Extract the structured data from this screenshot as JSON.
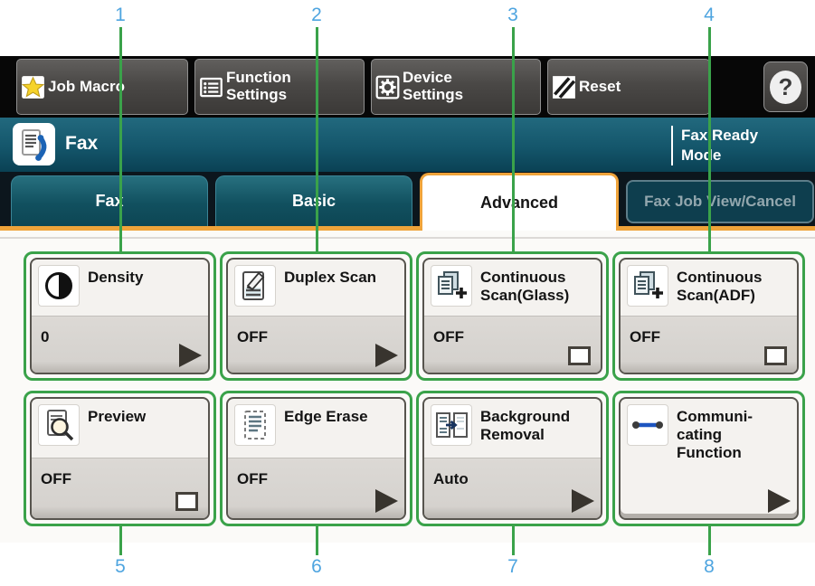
{
  "callouts": {
    "top": [
      {
        "n": "1"
      },
      {
        "n": "2"
      },
      {
        "n": "3"
      },
      {
        "n": "4"
      }
    ],
    "bottom": [
      {
        "n": "5"
      },
      {
        "n": "6"
      },
      {
        "n": "7"
      },
      {
        "n": "8"
      }
    ]
  },
  "top_bar": {
    "buttons": [
      {
        "label": "Job Macro",
        "icon": "star"
      },
      {
        "label": "Function\nSettings",
        "icon": "function"
      },
      {
        "label": "Device\nSettings",
        "icon": "device"
      },
      {
        "label": "Reset",
        "icon": "reset"
      }
    ],
    "help_label": "?"
  },
  "title_bar": {
    "title": "Fax",
    "status": "Fax Ready\nMode"
  },
  "tab_bar": {
    "tabs": [
      {
        "label": "Fax",
        "state": "inactive"
      },
      {
        "label": "Basic",
        "state": "inactive"
      },
      {
        "label": "Advanced",
        "state": "active"
      },
      {
        "label": "Fax Job View/Cancel",
        "state": "disabled"
      }
    ]
  },
  "panel": {
    "buttons": [
      {
        "label": "Density",
        "value": "0",
        "layout": "split",
        "indicator": "arrow",
        "icon": "density"
      },
      {
        "label": "Duplex Scan",
        "value": "OFF",
        "layout": "split",
        "indicator": "arrow",
        "icon": "duplex"
      },
      {
        "label": "Continuous\nScan(Glass)",
        "value": "OFF",
        "layout": "split",
        "indicator": "checkbox",
        "icon": "continuous"
      },
      {
        "label": "Continuous\nScan(ADF)",
        "value": "OFF",
        "layout": "split",
        "indicator": "checkbox",
        "icon": "continuous"
      },
      {
        "label": "Preview",
        "value": "OFF",
        "layout": "split",
        "indicator": "checkbox",
        "icon": "preview"
      },
      {
        "label": "Edge Erase",
        "value": "OFF",
        "layout": "split",
        "indicator": "arrow",
        "icon": "edge"
      },
      {
        "label": "Background\nRemoval",
        "value": "Auto",
        "layout": "split",
        "indicator": "arrow",
        "icon": "bgremoval"
      },
      {
        "label": "Communi-\ncating\nFunction",
        "value": "",
        "layout": "plain",
        "indicator": "arrow",
        "icon": "comm"
      }
    ]
  },
  "colors": {
    "accent_orange": "#efa33a",
    "callout_line_green": "#3aa24a",
    "callout_number_blue": "#4fa5e0",
    "header_teal": "#14566b",
    "status_gray_value_area": "#d5d2ce"
  }
}
